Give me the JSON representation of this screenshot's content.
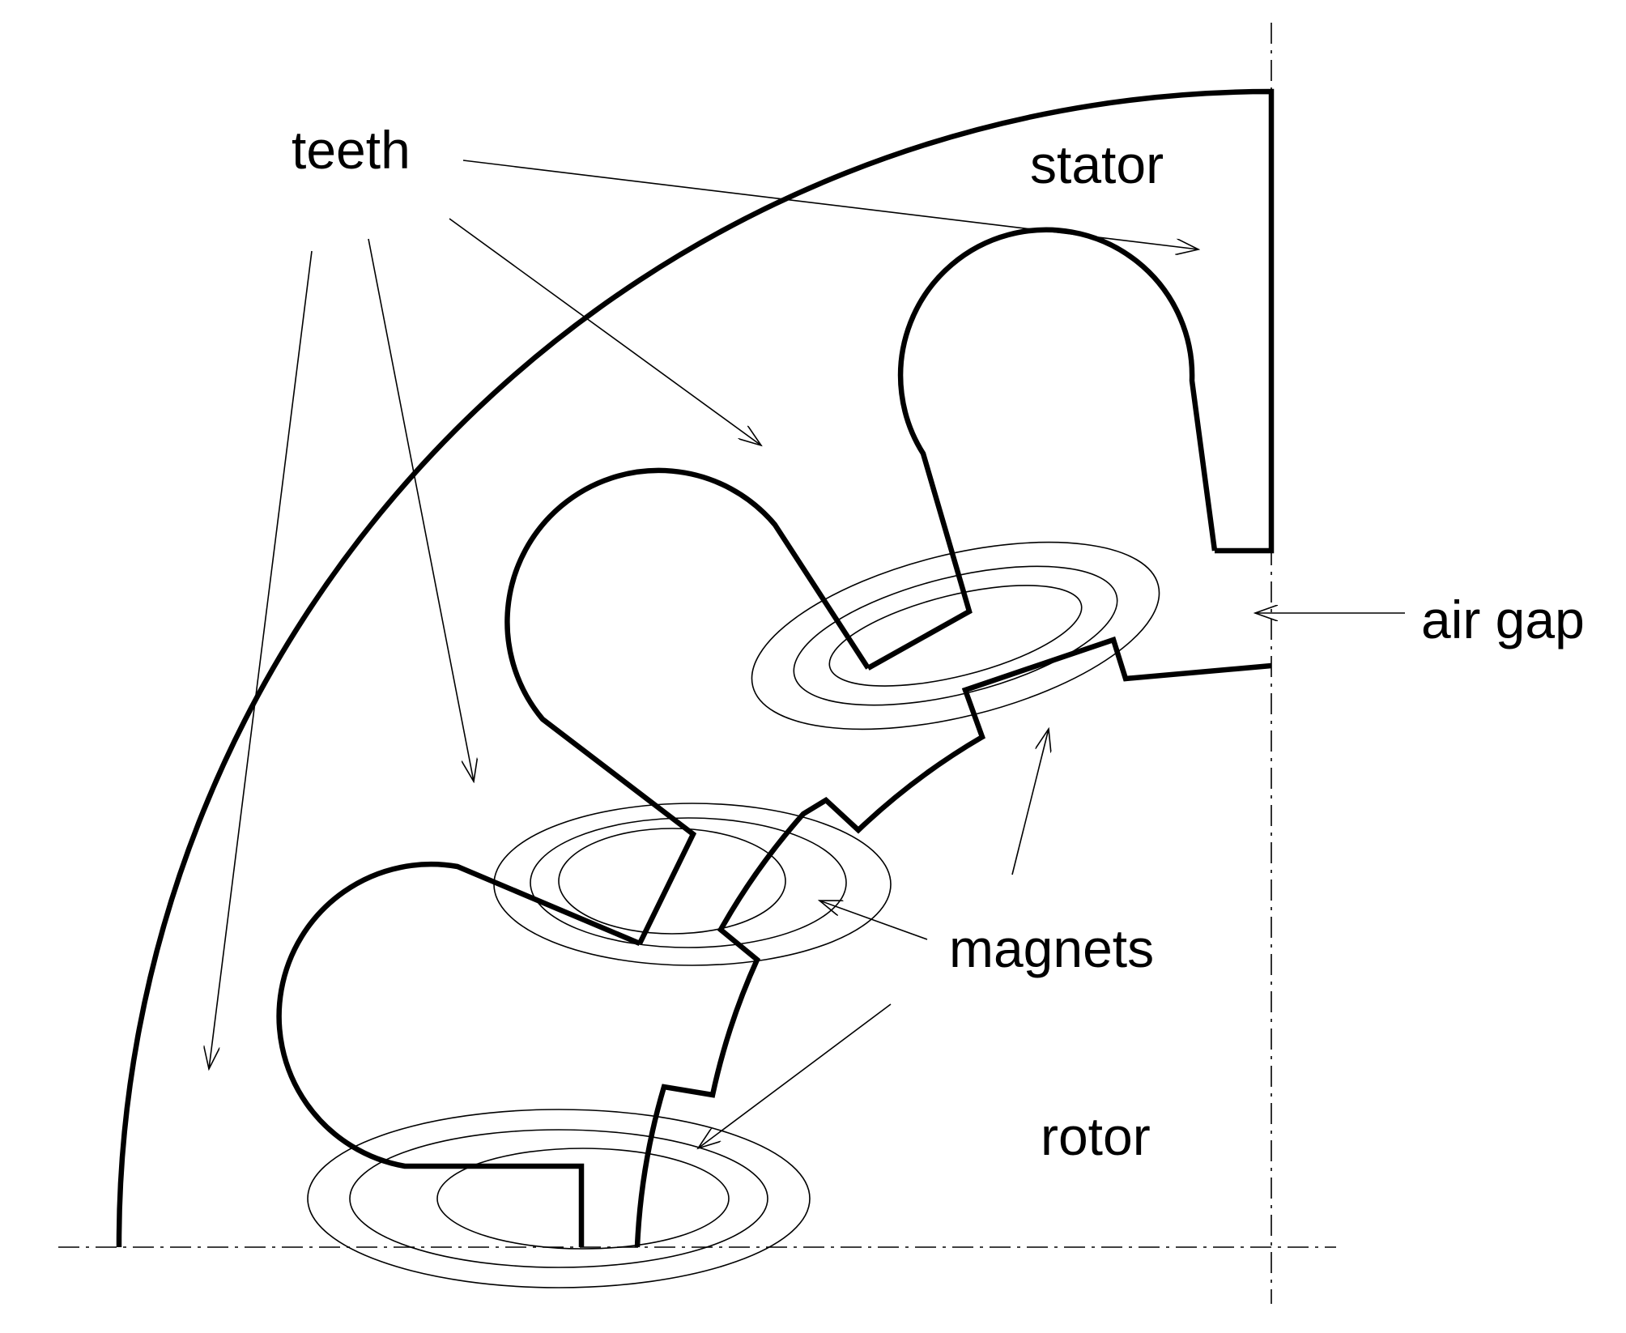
{
  "labels": {
    "teeth": "teeth",
    "stator": "stator",
    "air_gap": "air gap",
    "magnets": "magnets",
    "rotor": "rotor"
  },
  "colors": {
    "stroke": "#000000",
    "background": "#ffffff"
  }
}
